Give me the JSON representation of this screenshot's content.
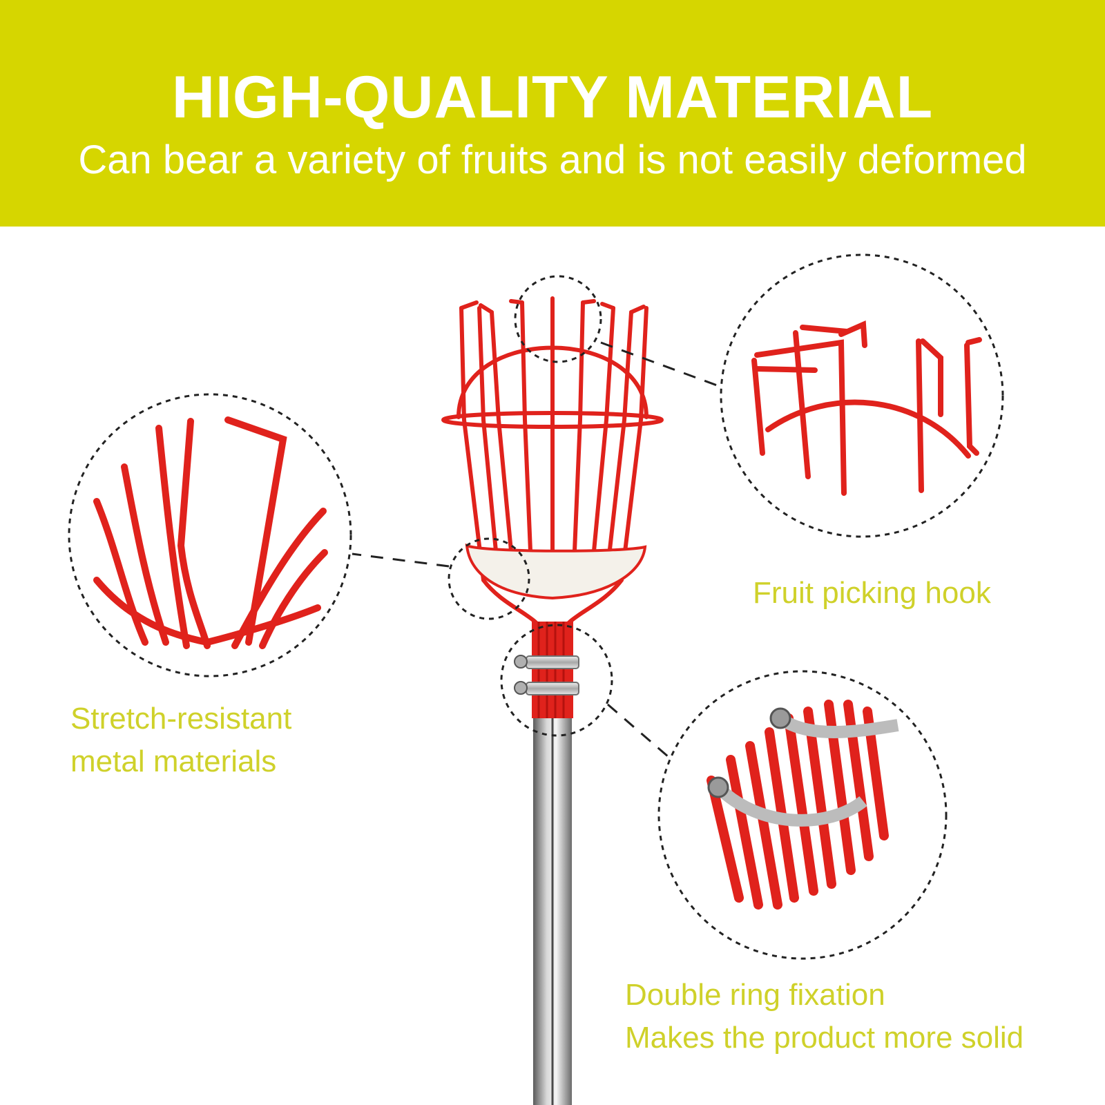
{
  "banner": {
    "headline": "HIGH-QUALITY MATERIAL",
    "subline": "Can bear a variety of fruits and is not easily deformed",
    "color": "#d6d600"
  },
  "callouts": {
    "stretch": {
      "line1": "Stretch-resistant",
      "line2": "metal materials"
    },
    "hook": {
      "line1": "Fruit picking hook"
    },
    "ring": {
      "line1": "Double ring fixation",
      "line2": "Makes the product more solid"
    }
  },
  "colors": {
    "wire": "#e0221c",
    "label": "#cfd12a",
    "pole": "#9a9a9a"
  }
}
